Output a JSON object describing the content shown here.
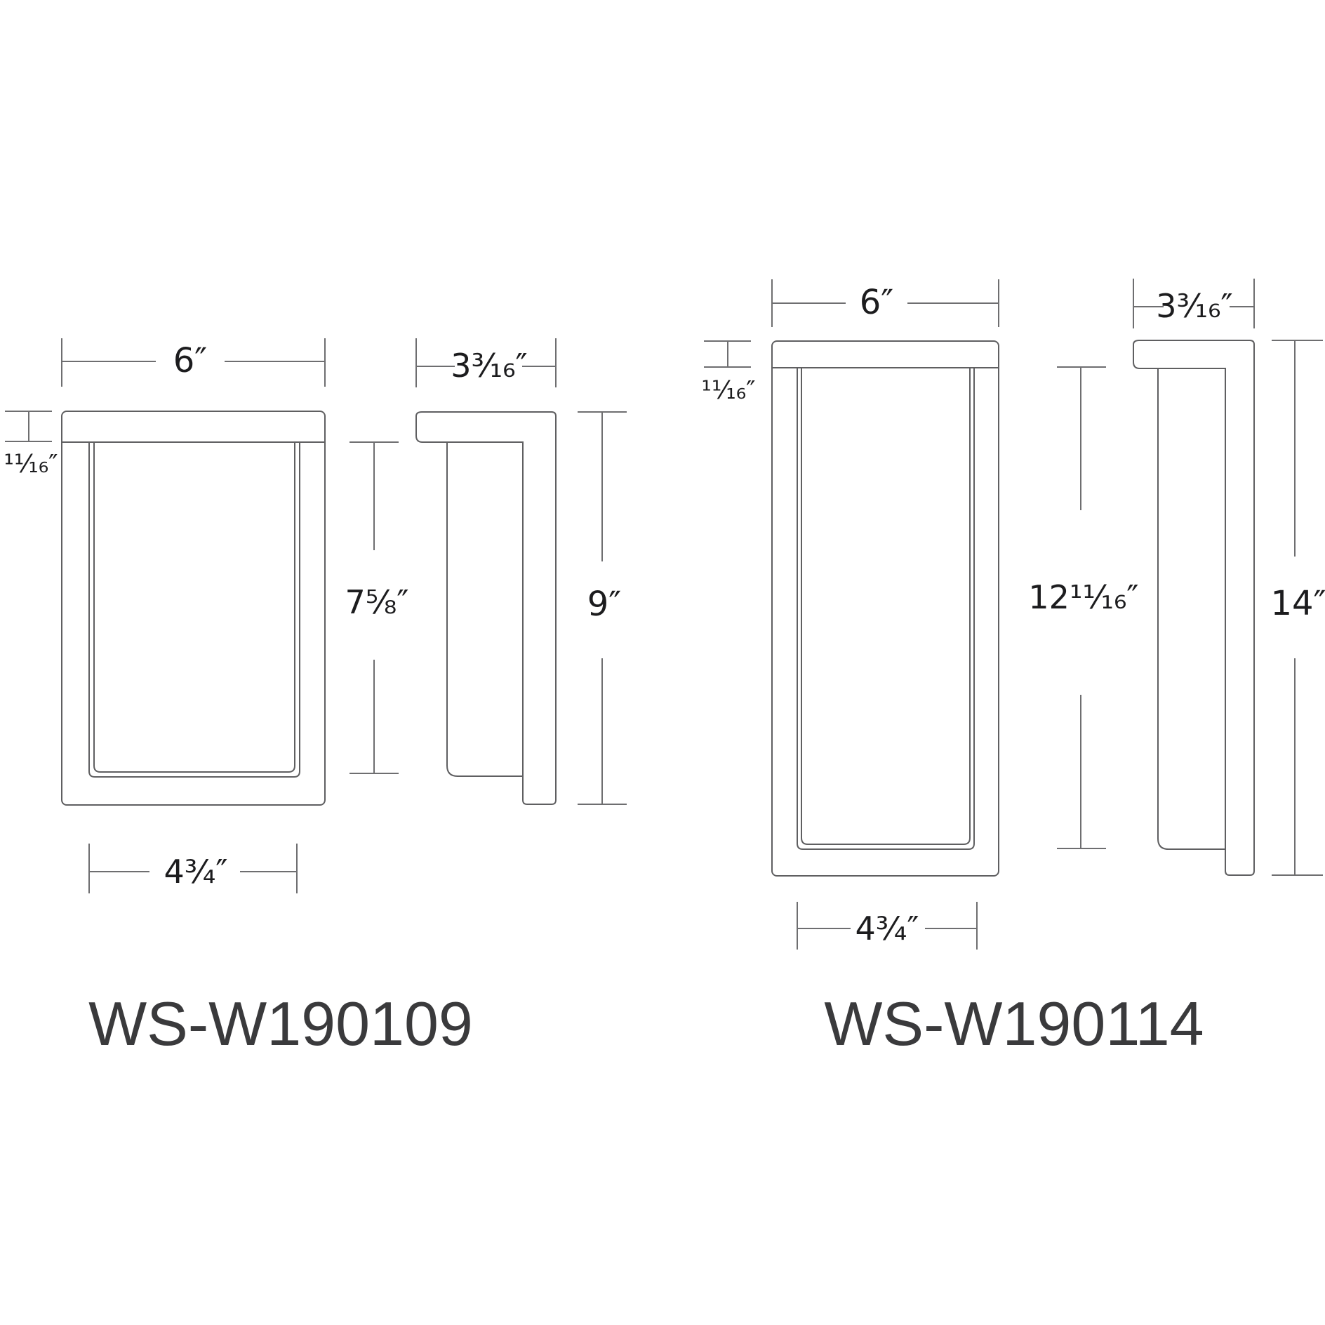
{
  "page": {
    "background_color": "#ffffff",
    "line_color": "#5f5f61",
    "dimension_line_color": "#6e6e70",
    "dimension_text_color": "#1c1c1e",
    "model_label_color": "#3a3a3c"
  },
  "products": [
    {
      "model": "WS-W190109",
      "front": {
        "width": "6″",
        "cap_height": "¹¹⁄₁₆″",
        "glass_height": "7⅝″",
        "glass_width": "4¾″"
      },
      "side": {
        "depth": "3³⁄₁₆″",
        "overall_height": "9″"
      }
    },
    {
      "model": "WS-W190114",
      "front": {
        "width": "6″",
        "cap_height": "¹¹⁄₁₆″",
        "glass_height": "12¹¹⁄₁₆″",
        "glass_width": "4¾″"
      },
      "side": {
        "depth": "3³⁄₁₆″",
        "overall_height": "14″"
      }
    }
  ]
}
